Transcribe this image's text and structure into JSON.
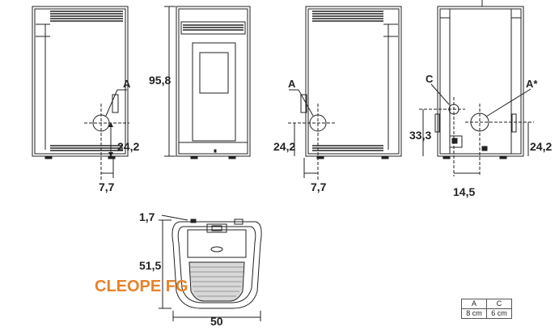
{
  "title": "CLEOPE FG",
  "views": {
    "left_side": {
      "hole_label": "A",
      "height_dim": "24,2",
      "offset_dim": "7,7"
    },
    "front": {
      "height_dim": "95,8"
    },
    "right_side": {
      "hole_label": "A",
      "height_dim": "24,2",
      "offset_dim": "7,7"
    },
    "rear": {
      "hole_c_label": "C",
      "hole_a_label": "A*",
      "c_height_dim": "33,3",
      "a_height_dim": "24,2",
      "offset_dim": "14,5"
    },
    "top": {
      "top_dim": "1,7",
      "depth_dim": "51,5",
      "width_dim": "50"
    }
  },
  "table": {
    "headers": [
      "A",
      "C"
    ],
    "values": [
      "8 cm",
      "6 cm"
    ]
  },
  "colors": {
    "title": "#e8822a",
    "line": "#222222"
  }
}
